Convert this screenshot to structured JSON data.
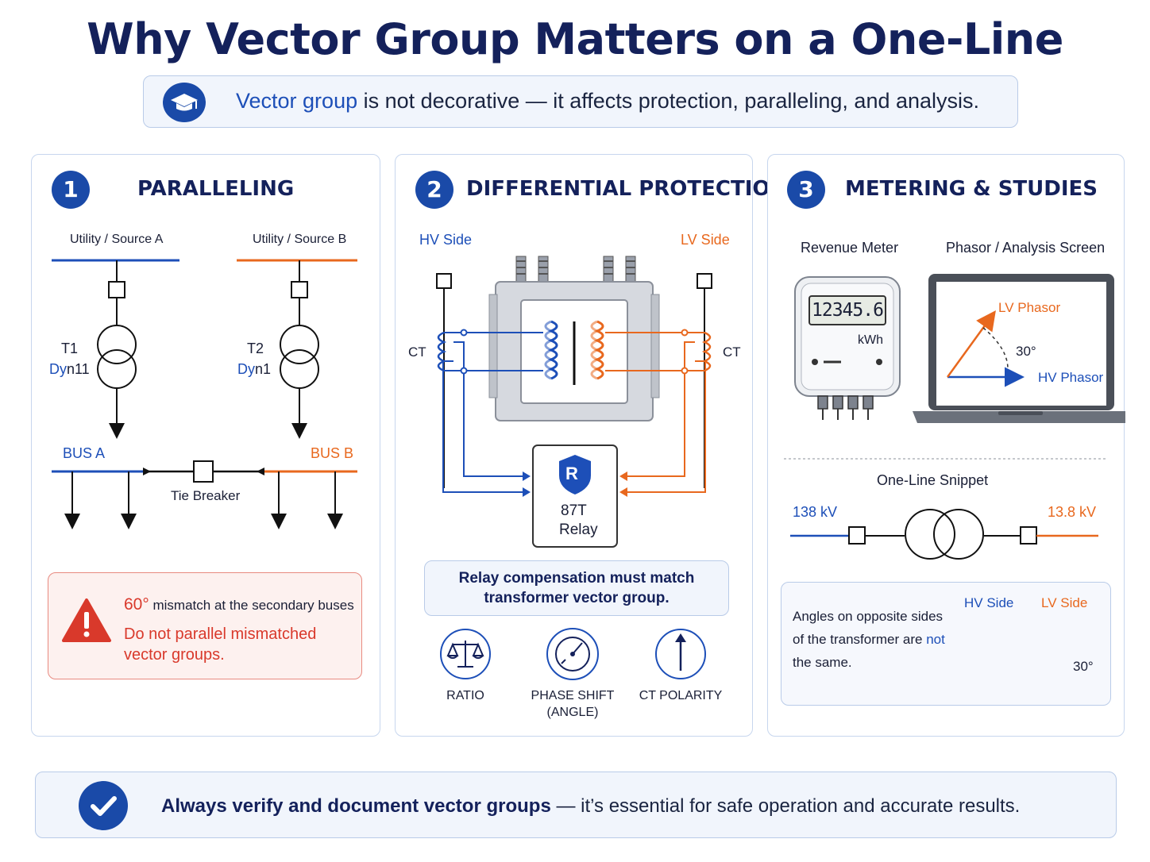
{
  "title": "Why Vector Group Matters on a One-Line",
  "subtitle": {
    "highlight": "Vector group",
    "rest": " is not decorative — it affects protection, paralleling, and analysis.",
    "icon": "graduation-cap-icon"
  },
  "colors": {
    "navy": "#14215b",
    "blue": "#1d4fb8",
    "orange": "#e8681e",
    "red": "#d9392b"
  },
  "panel1": {
    "number": "1",
    "heading": "PARALLELING",
    "source_a": "Utility / Source A",
    "source_b": "Utility / Source B",
    "t1_name": "T1",
    "t1_group_prefix": "Dy",
    "t1_group_suffix": "n11",
    "t2_name": "T2",
    "t2_group_prefix": "Dy",
    "t2_group_suffix": "n1",
    "bus_a": "BUS A",
    "bus_b": "BUS B",
    "tie_breaker": "Tie Breaker",
    "warning": {
      "angle": "60°",
      "angle_text": " mismatch at the secondary buses",
      "action": "Do not parallel mismatched vector groups.",
      "icon": "warning-triangle-icon"
    }
  },
  "panel2": {
    "number": "2",
    "heading": "DIFFERENTIAL PROTECTION",
    "hv_side": "HV Side",
    "lv_side": "LV Side",
    "ct_left": "CT",
    "ct_right": "CT",
    "relay_badge": "R",
    "relay_name": "87T",
    "relay_word": "Relay",
    "note": "Relay compensation must match transformer vector group.",
    "icons": [
      {
        "label": "RATIO",
        "icon": "balance-scale-icon"
      },
      {
        "label": "PHASE SHIFT\n(ANGLE)",
        "icon": "angle-gauge-icon"
      },
      {
        "label": "CT POLARITY",
        "icon": "up-arrow-icon"
      }
    ]
  },
  "panel3": {
    "number": "3",
    "heading": "METERING & STUDIES",
    "revenue_meter": "Revenue Meter",
    "meter_reading": "12345.6",
    "meter_unit": "kWh",
    "phasor_screen": "Phasor / Analysis Screen",
    "lv_phasor": "LV Phasor",
    "hv_phasor": "HV Phasor",
    "phasor_angle": "30°",
    "snippet_title": "One-Line Snippet",
    "hv_voltage": "138 kV",
    "lv_voltage": "13.8 kV",
    "angles_text_1": "Angles on opposite sides of the transformer are ",
    "angles_text_not": "not",
    "angles_text_2": " the same.",
    "hv_side": "HV Side",
    "lv_side": "LV Side",
    "angle": "30°"
  },
  "footer": {
    "bold": "Always verify and document vector groups",
    "rest": " — it’s essential for safe operation and accurate results.",
    "icon": "checkmark-icon"
  }
}
